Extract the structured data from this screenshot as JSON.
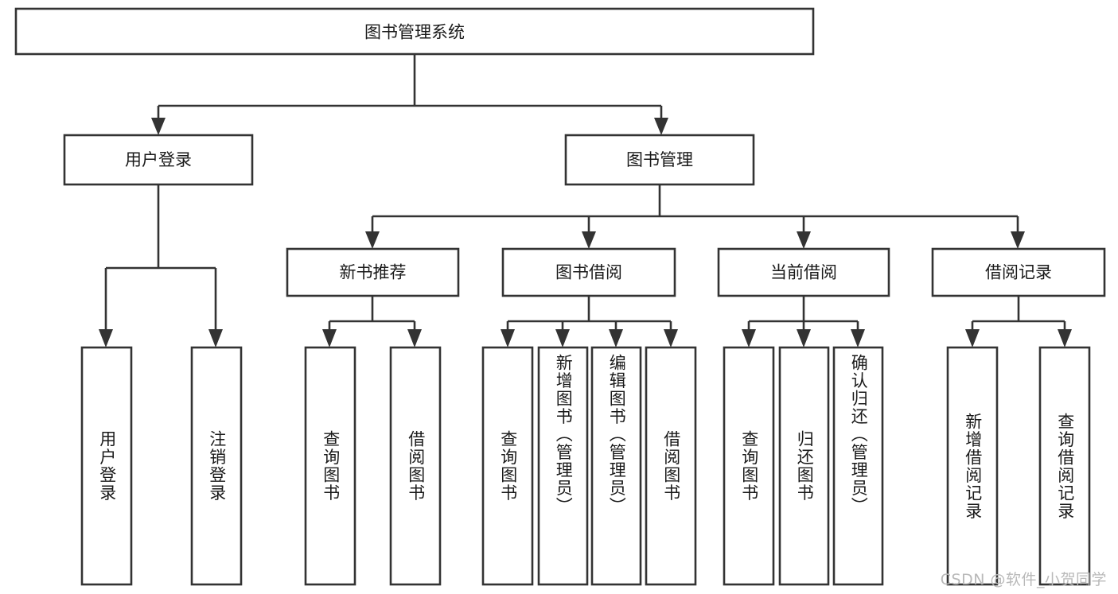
{
  "diagram": {
    "title": "图书管理系统",
    "type": "tree",
    "watermark": "CSDN @软件_小贺同学",
    "colors": {
      "stroke": "#333333",
      "fill": "#ffffff",
      "text": "#1a1a1a",
      "watermark": "#b9b9b9"
    },
    "levels": {
      "root": {
        "label": "图书管理系统"
      },
      "level2": [
        {
          "id": "user-login",
          "label": "用户登录"
        },
        {
          "id": "book-management",
          "label": "图书管理"
        }
      ],
      "level3": [
        {
          "id": "new-book-recommend",
          "label": "新书推荐",
          "parent": "book-management"
        },
        {
          "id": "book-borrow",
          "label": "图书借阅",
          "parent": "book-management"
        },
        {
          "id": "current-borrow",
          "label": "当前借阅",
          "parent": "book-management"
        },
        {
          "id": "borrow-record",
          "label": "借阅记录",
          "parent": "book-management"
        }
      ],
      "leaves": [
        {
          "id": "leaf-user-login",
          "label": "用户登录",
          "parent": "user-login"
        },
        {
          "id": "leaf-logout-login",
          "label": "注销登录",
          "parent": "user-login"
        },
        {
          "id": "leaf-query-book-1",
          "label": "查询图书",
          "parent": "new-book-recommend"
        },
        {
          "id": "leaf-borrow-book-1",
          "label": "借阅图书",
          "parent": "new-book-recommend"
        },
        {
          "id": "leaf-query-book-2",
          "label": "查询图书",
          "parent": "book-borrow"
        },
        {
          "id": "leaf-add-book",
          "label": "新增图书（管理员）",
          "parent": "book-borrow"
        },
        {
          "id": "leaf-edit-book",
          "label": "编辑图书（管理员）",
          "parent": "book-borrow"
        },
        {
          "id": "leaf-borrow-book-2",
          "label": "借阅图书",
          "parent": "book-borrow"
        },
        {
          "id": "leaf-query-book-3",
          "label": "查询图书",
          "parent": "current-borrow"
        },
        {
          "id": "leaf-return-book",
          "label": "归还图书",
          "parent": "current-borrow"
        },
        {
          "id": "leaf-confirm-return",
          "label": "确认归还（管理员）",
          "parent": "current-borrow"
        },
        {
          "id": "leaf-add-record",
          "label": "新增借阅记录",
          "parent": "borrow-record"
        },
        {
          "id": "leaf-query-record",
          "label": "查询借阅记录",
          "parent": "borrow-record"
        }
      ]
    }
  }
}
